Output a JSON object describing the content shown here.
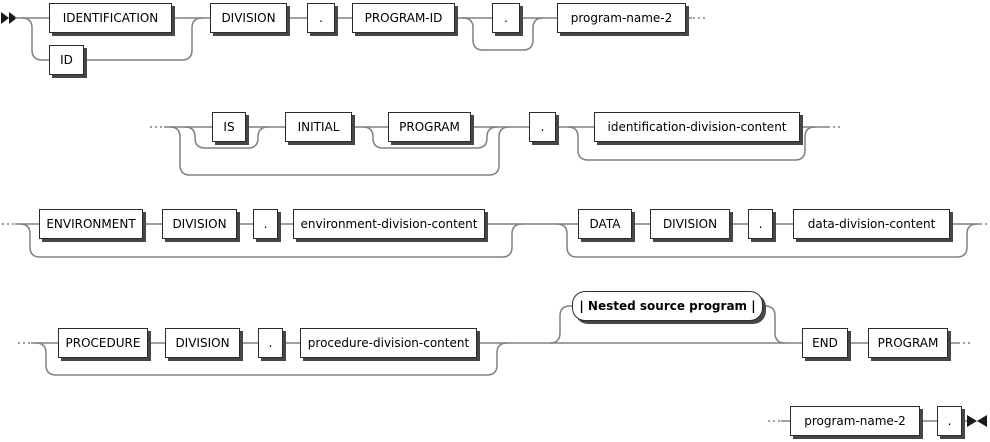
{
  "diagram": {
    "description": "COBOL source program structure syntax diagram",
    "colors": {
      "background": "#ffffff",
      "line": "#808080",
      "box_border": "#2b2b2b",
      "box_shadow": "#474747",
      "text": "#000000",
      "marker": "#1a1a1a"
    },
    "icons": {
      "start_marker": "double-right-arrowheads",
      "end_marker": "facing-arrowheads-bowtie",
      "continuation": "dotted-line"
    },
    "nodes": {
      "identification": "IDENTIFICATION",
      "id": "ID",
      "division1": "DIVISION",
      "dot1": ".",
      "program_id": "PROGRAM-ID",
      "dot2": ".",
      "program_name2_top": "program-name-2",
      "is": "IS",
      "initial": "INITIAL",
      "program1": "PROGRAM",
      "dot3": ".",
      "identification_division_content": "identification-division-content",
      "environment": "ENVIRONMENT",
      "division2": "DIVISION",
      "dot4": ".",
      "environment_division_content": "environment-division-content",
      "data": "DATA",
      "division3": "DIVISION",
      "dot5": ".",
      "data_division_content": "data-division-content",
      "procedure": "PROCEDURE",
      "division4": "DIVISION",
      "dot6": ".",
      "procedure_division_content": "procedure-division-content",
      "nested_source_program": "| Nested source program |",
      "end": "END",
      "program2": "PROGRAM",
      "program_name2_bottom": "program-name-2",
      "dot7": "."
    }
  }
}
